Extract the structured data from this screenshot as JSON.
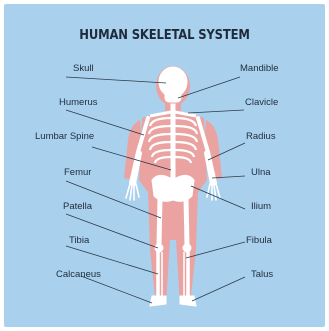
{
  "title": "HUMAN SKELETAL SYSTEM",
  "labels": {
    "left": [
      "Skull",
      "Humerus",
      "Lumbar Spine",
      "Femur",
      "Patella",
      "Tibia",
      "Calcaneus"
    ],
    "right": [
      "Mandible",
      "Clavicle",
      "Radius",
      "Ulna",
      "Ilium",
      "Fibula",
      "Talus"
    ]
  },
  "colors": {
    "background": "#a9d1ee",
    "body": "#eaa3a0",
    "bone": "#ffffff",
    "text": "#1f2b3a",
    "leader_line": "#2b3a4a"
  }
}
